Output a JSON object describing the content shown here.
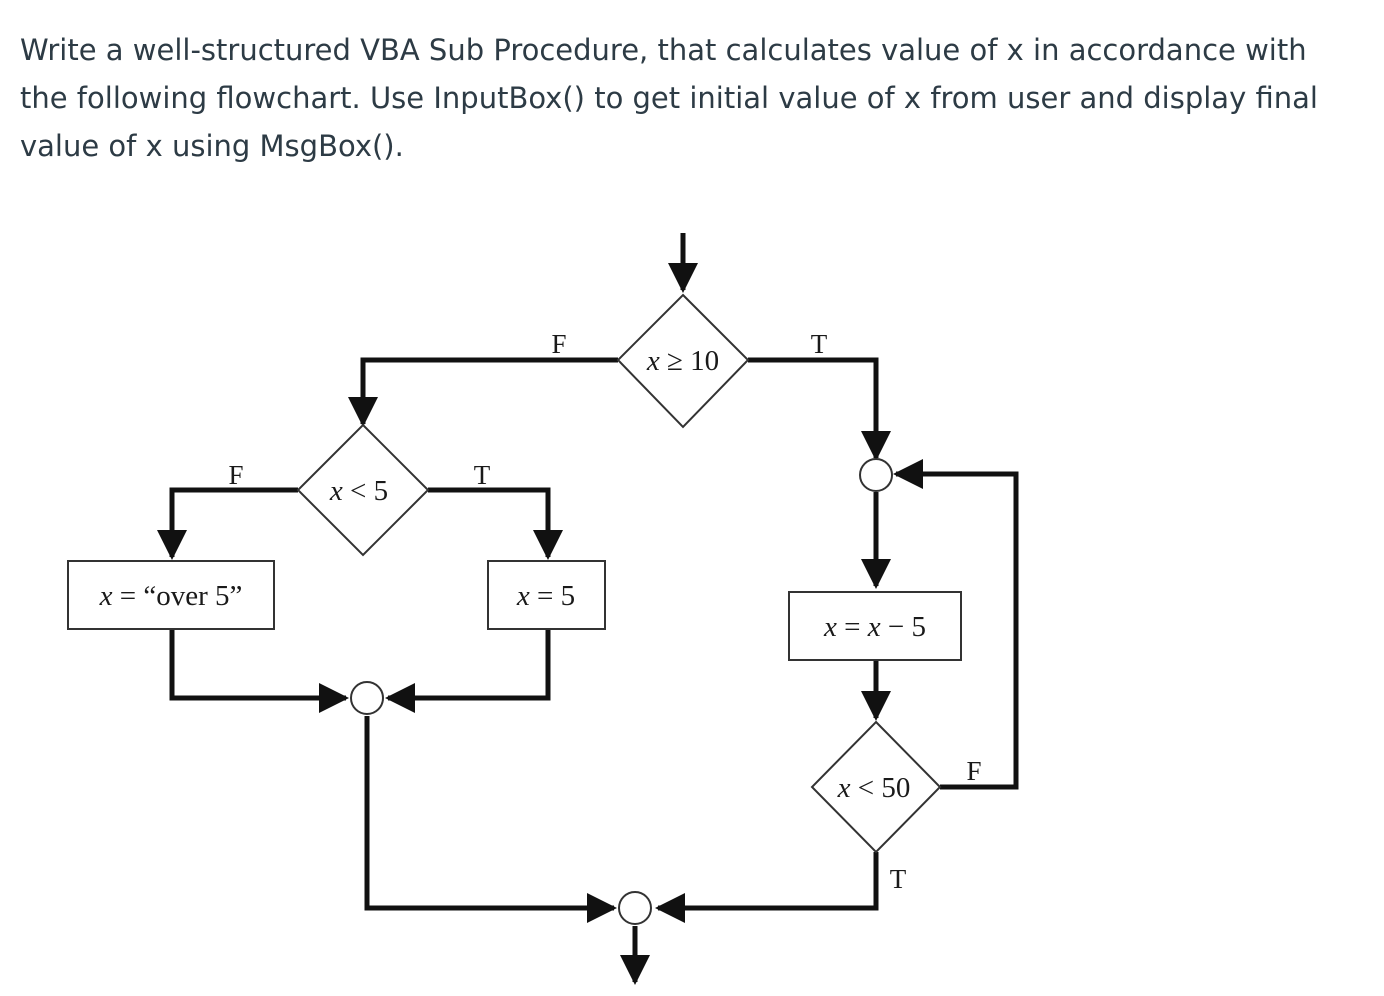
{
  "question": {
    "text": "Write a well-structured VBA Sub Procedure, that calculates value of x in accordance with the following flowchart. Use InputBox() to get initial value of x from user and display final value of x using MsgBox()."
  },
  "flowchart": {
    "decision_top": {
      "var": "x",
      "op": "≥",
      "num": "10"
    },
    "decision_left": {
      "var": "x",
      "op": "<",
      "num": "5"
    },
    "decision_bottom": {
      "var": "x",
      "op": "<",
      "num": "50"
    },
    "box_over5": {
      "lhs": "x",
      "eq": "=",
      "rhs": "“over 5”"
    },
    "box_x5": {
      "lhs": "x",
      "eq": "=",
      "rhs": "5"
    },
    "box_minus": {
      "lhs": "x",
      "eq": "=",
      "rhs_var": "x",
      "op": "−",
      "num": "5"
    },
    "labels": {
      "top_false": "F",
      "top_true": "T",
      "left_false": "F",
      "left_true": "T",
      "bottom_false": "F",
      "bottom_true": "T"
    }
  }
}
